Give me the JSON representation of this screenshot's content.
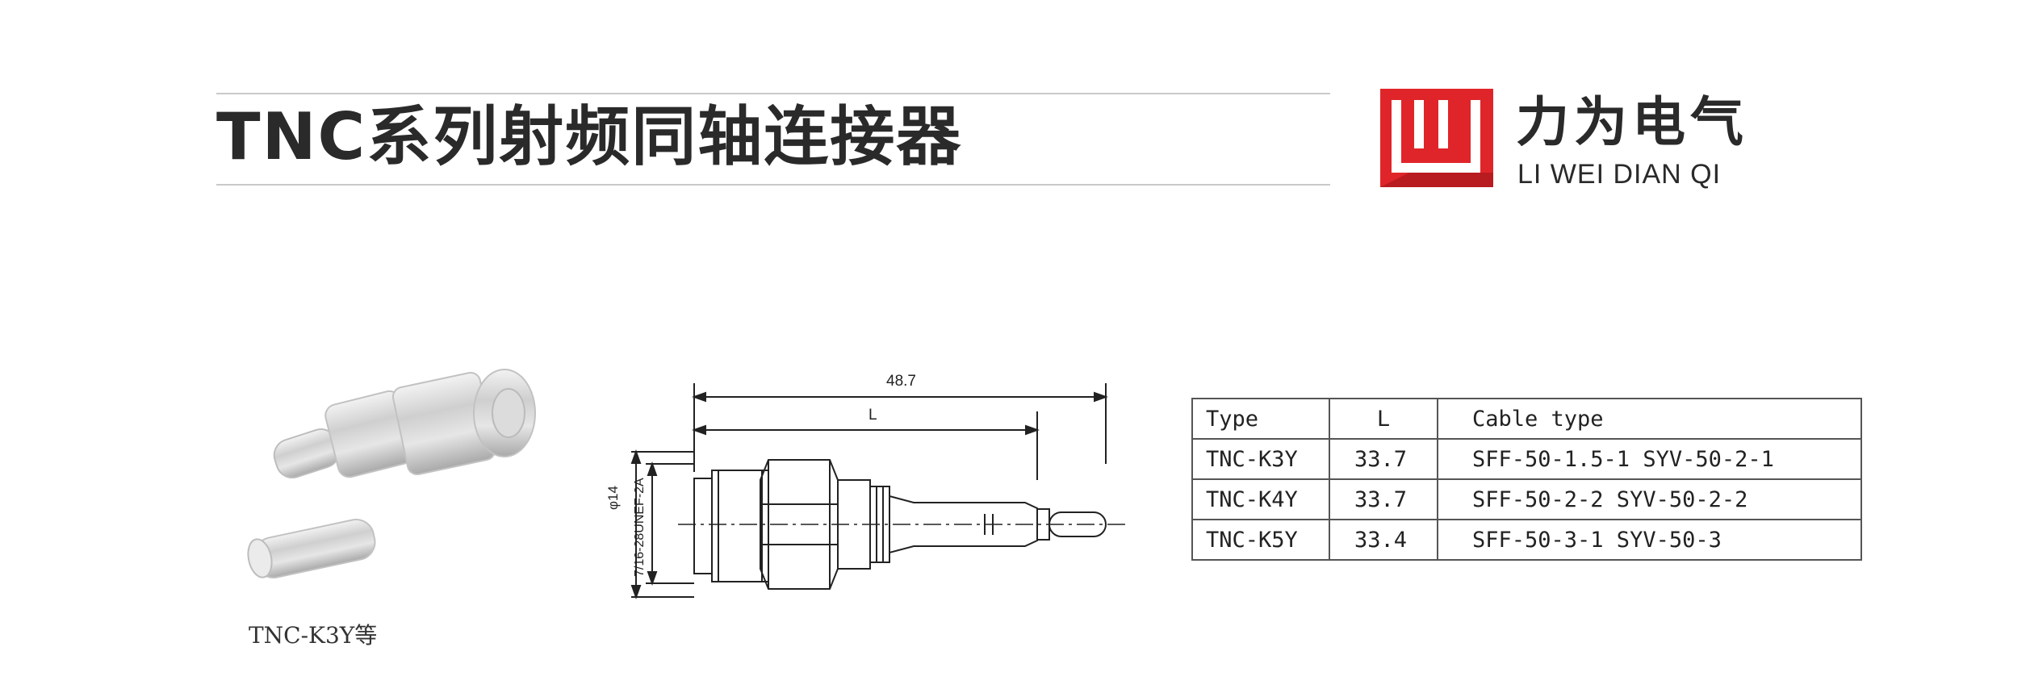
{
  "header": {
    "title": "TNC系列射频同轴连接器"
  },
  "brand": {
    "name_cn": "力为电气",
    "name_en": "LI WEI DIAN QI",
    "accent_color": "#e0252a"
  },
  "product": {
    "caption": "TNC-K3Y等"
  },
  "drawing": {
    "overall_length": "48.7",
    "length_label": "L",
    "diameter_label": "φ14",
    "thread_label": "7/16-28UNEF-2A"
  },
  "spec_table": {
    "headers": [
      "Type",
      "L",
      "Cable type"
    ],
    "rows": [
      [
        "TNC-K3Y",
        "33.7",
        "SFF-50-1.5-1 SYV-50-2-1"
      ],
      [
        "TNC-K4Y",
        "33.7",
        "SFF-50-2-2 SYV-50-2-2"
      ],
      [
        "TNC-K5Y",
        "33.4",
        "SFF-50-3-1 SYV-50-3"
      ]
    ]
  }
}
